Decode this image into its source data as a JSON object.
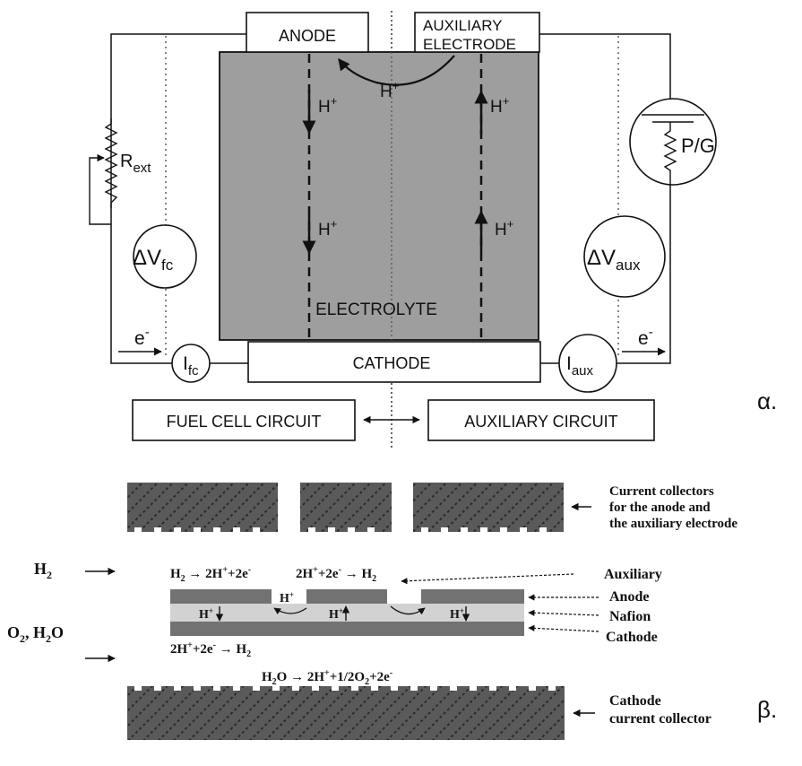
{
  "part_a": {
    "anode": "ANODE",
    "aux_line1": "AUXILIARY",
    "aux_line2": "ELECTRODE",
    "h_plus": "H",
    "plus_sup": "+",
    "r_main": "R",
    "r_sub": "ext",
    "pg": "P/G",
    "dv_fc_main": "ΔV",
    "dv_fc_sub": "fc",
    "dv_aux_main": "ΔV",
    "dv_aux_sub": "aux",
    "electrolyte": "ELECTROLYTE",
    "e_main": "e",
    "e_sup": "-",
    "i_main": "I",
    "i_fc_sub": "fc",
    "i_aux_sub": "aux",
    "cathode": "CATHODE",
    "fuel_cell_circuit": "FUEL CELL CIRCUIT",
    "auxiliary_circuit": "AUXILIARY CIRCUIT",
    "panel_label": "α."
  },
  "part_b": {
    "cc_top_line1": "Current collectors",
    "cc_top_line2": "for the anode and",
    "cc_top_line3": "the auxiliary electrode",
    "h2": "H",
    "sub_2": "2",
    "o2": "O",
    "comma": ", ",
    "h2o_h": "H",
    "h2o_o": "O",
    "rx1_arrow": " → 2H",
    "rx1_tail": "+2e",
    "e_minus": "-",
    "plus_sup": "+",
    "rx2_head": "2H",
    "rx2_mid": "+2e",
    "rx2_arrow": " → H",
    "hp": "H",
    "layer_auxiliary": "Auxiliary",
    "layer_anode": "Anode",
    "layer_nafion": "Nafion",
    "layer_cathode": "Cathode",
    "rx3_head": "2H",
    "rx3_mid": "+2e",
    "rx3_arrow": " → H",
    "rx4_arrow": " → 2H",
    "rx4_mid": "+1/2O",
    "rx4_tail": "+2e",
    "cc_bottom_line1": "Cathode",
    "cc_bottom_line2": "current collector",
    "panel_label": "β."
  }
}
